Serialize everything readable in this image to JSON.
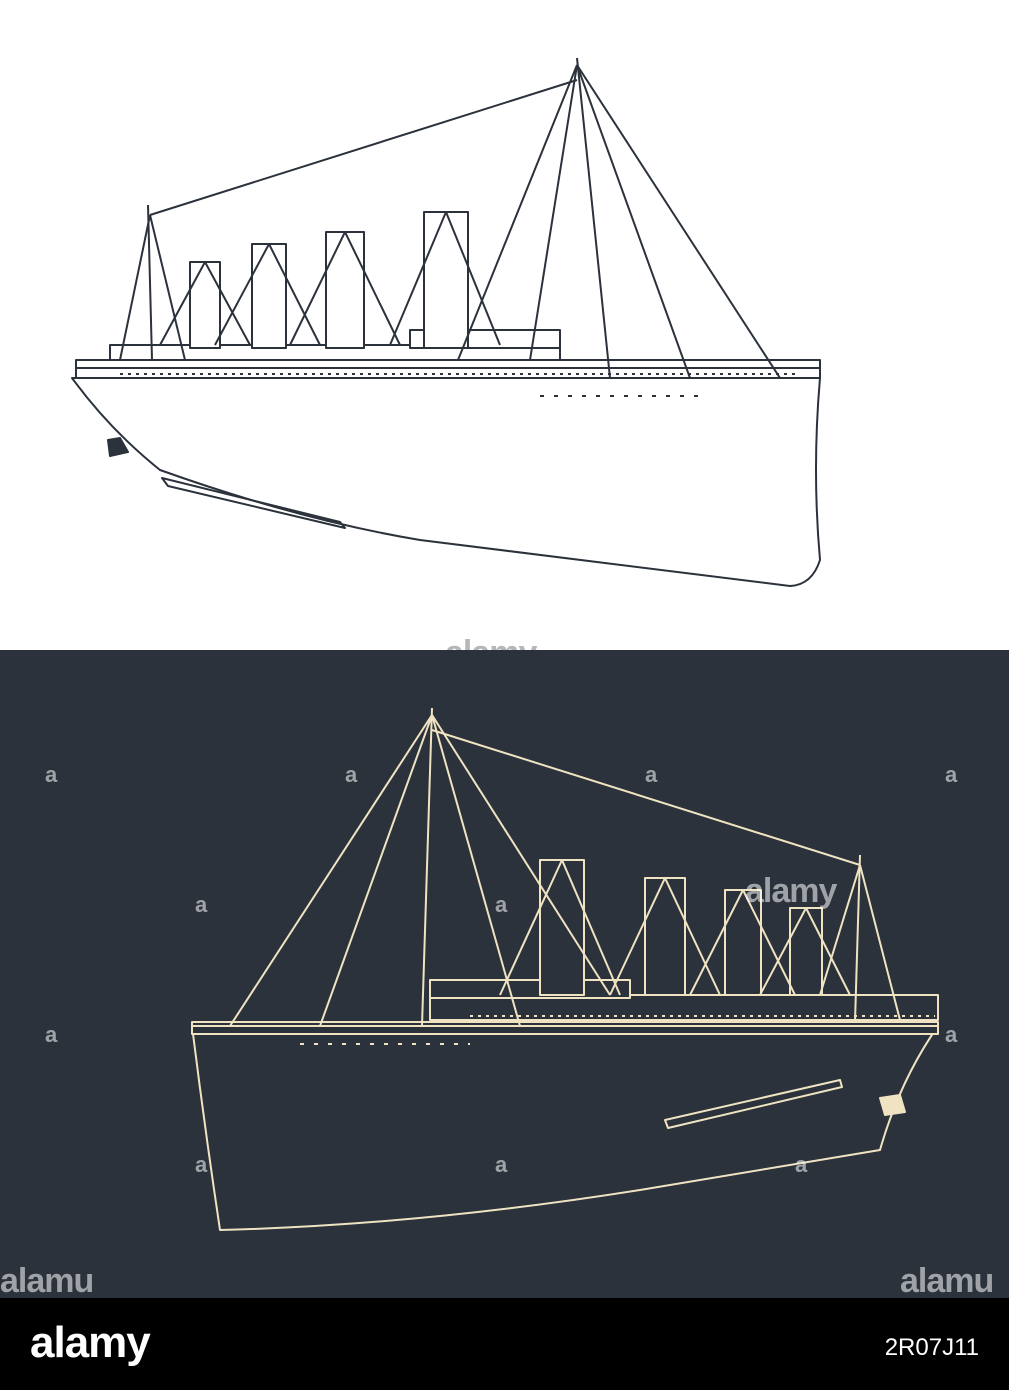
{
  "image": {
    "subject": "ship-drawing",
    "colors": {
      "top_background": "#ffffff",
      "top_line": "#2b323b",
      "bottom_background": "#2b323b",
      "bottom_line": "#efe3c2",
      "footer_background": "#000000"
    }
  },
  "watermarks": {
    "small_glyph": "a",
    "top_center": "alamy",
    "mid": "alamy",
    "left_bottom": "alamu",
    "right_bottom": "alamu"
  },
  "footer": {
    "logo": "alamy",
    "image_id": "2R07J11"
  }
}
